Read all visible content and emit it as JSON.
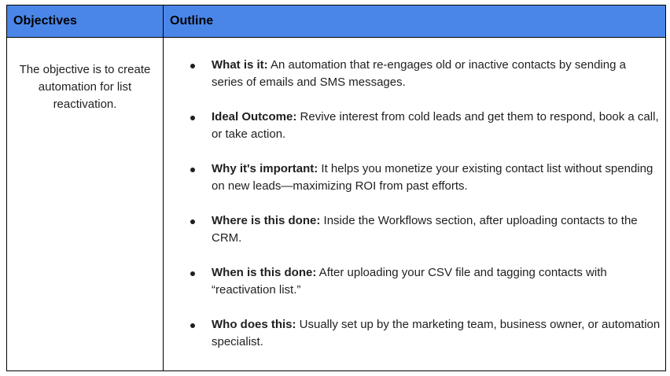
{
  "table": {
    "headers": {
      "objectives": "Objectives",
      "outline": "Outline"
    },
    "objective_text": "The objective is to create automation for list reactivation.",
    "outline_items": [
      {
        "label": "What is it:",
        "text": " An automation that re-engages old or inactive contacts by sending a series of emails and SMS messages."
      },
      {
        "label": "Ideal Outcome:",
        "text": " Revive interest from cold leads and get them to respond, book a call, or take action."
      },
      {
        "label": "Why it's important:",
        "text": " It helps you monetize your existing contact list without spending on new leads—maximizing ROI from past efforts."
      },
      {
        "label": "Where is this done:",
        "text": " Inside the Workflows section, after uploading contacts to the CRM."
      },
      {
        "label": "When is this done:",
        "text": " After uploading your CSV file and tagging contacts with “reactivation list.”"
      },
      {
        "label": "Who does this:",
        "text": " Usually set up by the marketing team, business owner, or automation specialist."
      }
    ]
  }
}
